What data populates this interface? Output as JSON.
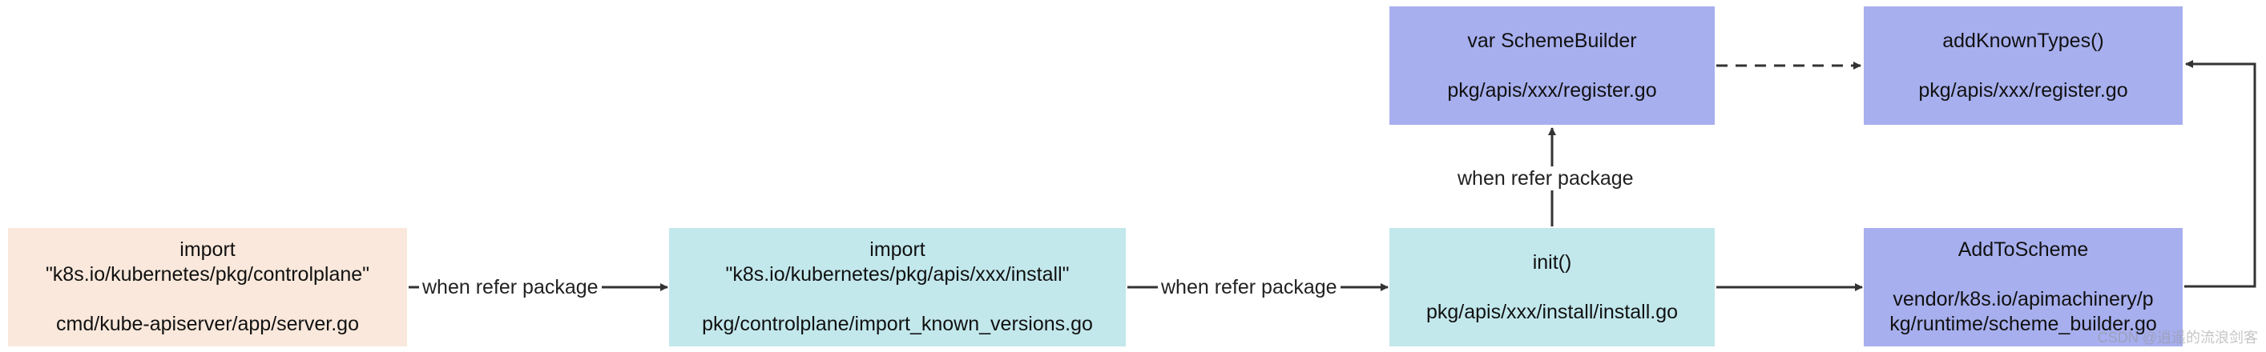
{
  "nodes": {
    "controlplane": {
      "lines": [
        "import",
        "\"k8s.io/kubernetes/pkg/controlplane\"",
        "",
        "cmd/kube-apiserver/app/server.go"
      ],
      "color": "#f9e8db"
    },
    "install_import": {
      "lines": [
        "import",
        "\"k8s.io/kubernetes/pkg/apis/xxx/install\"",
        "",
        "pkg/controlplane/import_known_versions.go"
      ],
      "color": "#c2e8ec"
    },
    "init": {
      "lines": [
        "init()",
        "",
        "pkg/apis/xxx/install/install.go"
      ],
      "color": "#c2e8ec"
    },
    "addtoscheme": {
      "lines": [
        "AddToScheme",
        "",
        "vendor/k8s.io/apimachinery/p",
        "kg/runtime/scheme_builder.go"
      ],
      "color": "#a7afee"
    },
    "schemebuilder": {
      "lines": [
        "var SchemeBuilder",
        "",
        "pkg/apis/xxx/register.go"
      ],
      "color": "#a7afee"
    },
    "addknowntypes": {
      "lines": [
        "addKnownTypes()",
        "",
        "pkg/apis/xxx/register.go"
      ],
      "color": "#a7afee"
    }
  },
  "edges": {
    "controlplane_to_install": "when refer package",
    "install_to_init": "when refer package",
    "init_to_schemebuilder": "when refer package"
  },
  "watermark": "CSDN @逍遥的流浪剑客"
}
